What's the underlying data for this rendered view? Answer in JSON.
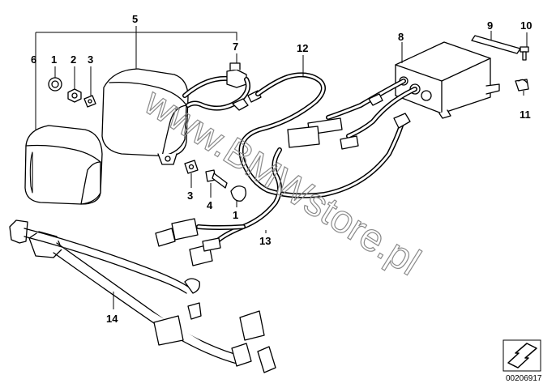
{
  "diagram": {
    "callouts": {
      "p1a": "1",
      "p2": "2",
      "p3a": "3",
      "p5": "5",
      "p6": "6",
      "p7": "7",
      "p8": "8",
      "p9": "9",
      "p10": "10",
      "p11": "11",
      "p12": "12",
      "p3b": "3",
      "p4": "4",
      "p1b": "1",
      "p13": "13",
      "p14": "14"
    },
    "watermark": "www.BMWstore.pl",
    "reference_number": "00206917",
    "icon": "direction-arrow-icon"
  }
}
